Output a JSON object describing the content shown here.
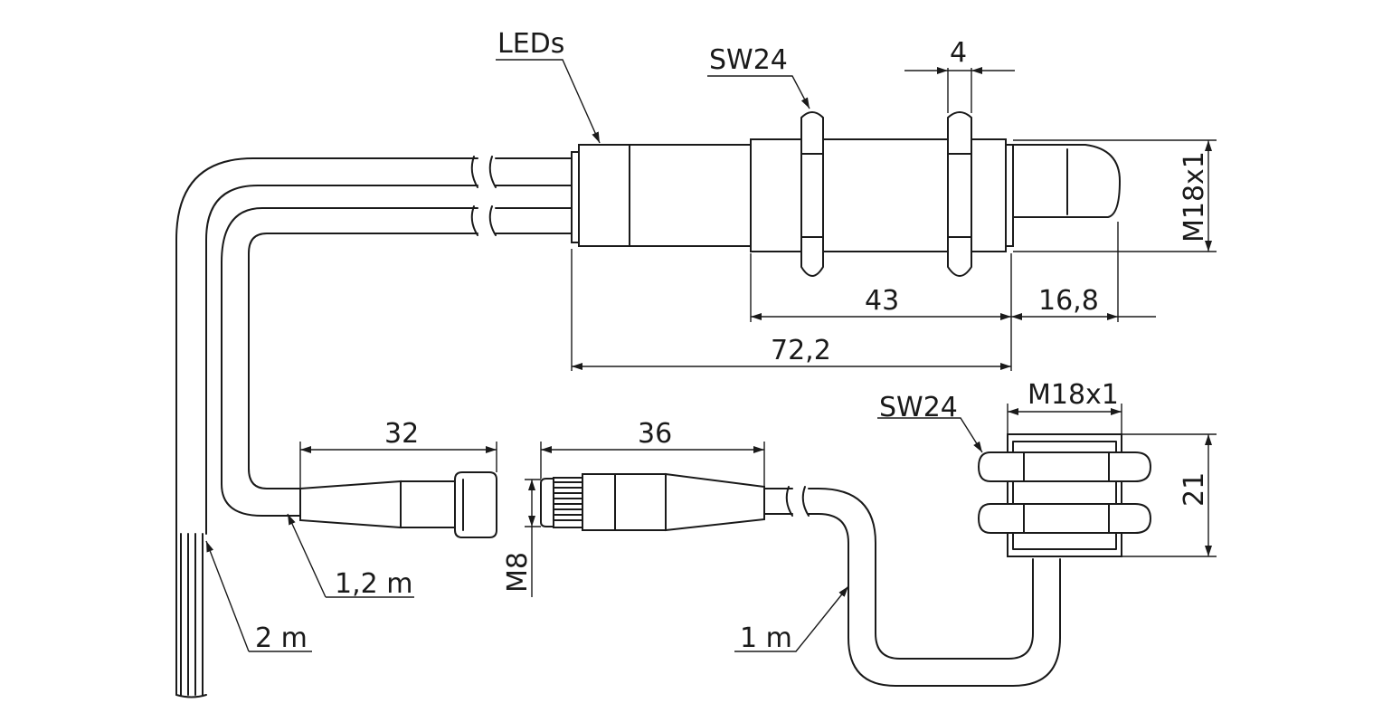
{
  "labels": {
    "leds": "LEDs",
    "sw24_top": "SW24",
    "dim_4": "4",
    "thread_top": "M18x1",
    "dim_43": "43",
    "dim_16_8": "16,8",
    "dim_72_2": "72,2",
    "dim_32": "32",
    "dim_36": "36",
    "sw24_bottom": "SW24",
    "thread_bottom": "M18x1",
    "dim_21": "21",
    "connector_thread": "M8",
    "cable_1_2m": "1,2 m",
    "cable_2m": "2 m",
    "cable_1m": "1 m"
  }
}
